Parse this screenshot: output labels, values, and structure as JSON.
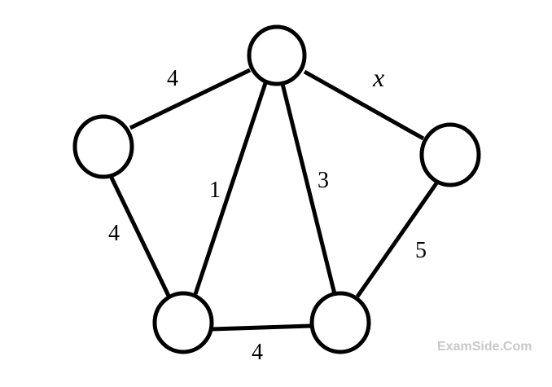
{
  "graph": {
    "nodes": [
      "top",
      "left",
      "right",
      "bottom-left",
      "bottom-right"
    ],
    "edges": [
      {
        "from": "top",
        "to": "left",
        "weight": "4"
      },
      {
        "from": "top",
        "to": "right",
        "weight": "x"
      },
      {
        "from": "top",
        "to": "bottom-left",
        "weight": "1"
      },
      {
        "from": "top",
        "to": "bottom-right",
        "weight": "3"
      },
      {
        "from": "left",
        "to": "bottom-left",
        "weight": "4"
      },
      {
        "from": "right",
        "to": "bottom-right",
        "weight": "5"
      },
      {
        "from": "bottom-left",
        "to": "bottom-right",
        "weight": "4"
      }
    ]
  },
  "watermark": "ExamSide.Com"
}
